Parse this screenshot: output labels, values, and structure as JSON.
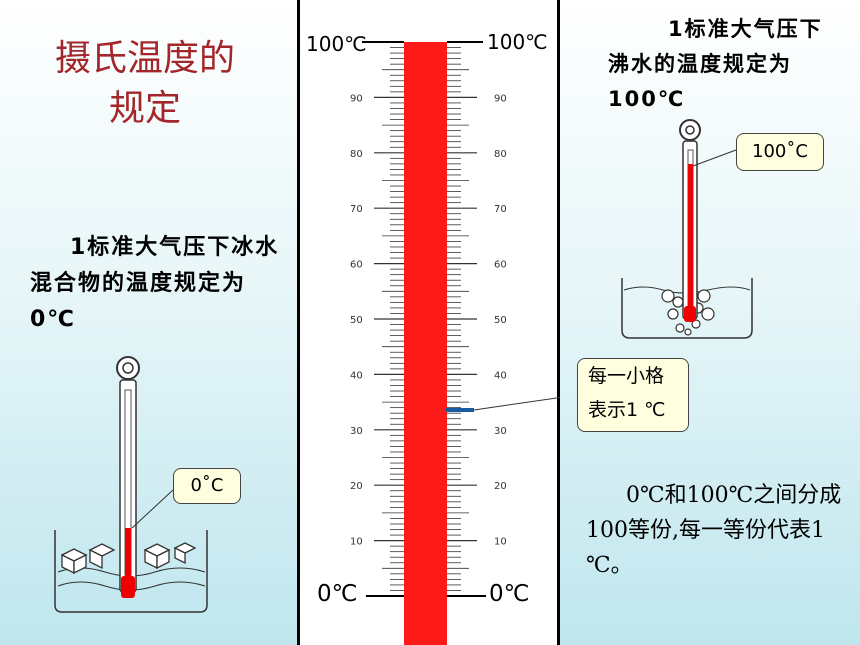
{
  "title_lines": [
    "摄氏温度的",
    "规定"
  ],
  "left": {
    "text": "1标准大气压下冰水混合物的温度规定为0℃",
    "callout": "0˚C"
  },
  "middle": {
    "top_left_label": "100℃",
    "top_right_label": "100℃",
    "bottom_left_label": "0℃",
    "bottom_right_label": "0℃",
    "tick_labels": [
      "90",
      "80",
      "70",
      "60",
      "50",
      "40",
      "30",
      "20",
      "10"
    ],
    "callout_line1": "每一小格",
    "callout_line2": "表示1 ℃",
    "colors": {
      "mercury": "#ff1a1a",
      "marker": "#1a5aa0"
    }
  },
  "right": {
    "top_text": "1标准大气压下沸水的温度规定为100℃",
    "callout": "100˚C",
    "bottom_text": "0℃和100℃之间分成100等份,每一等份代表1 ℃。"
  }
}
